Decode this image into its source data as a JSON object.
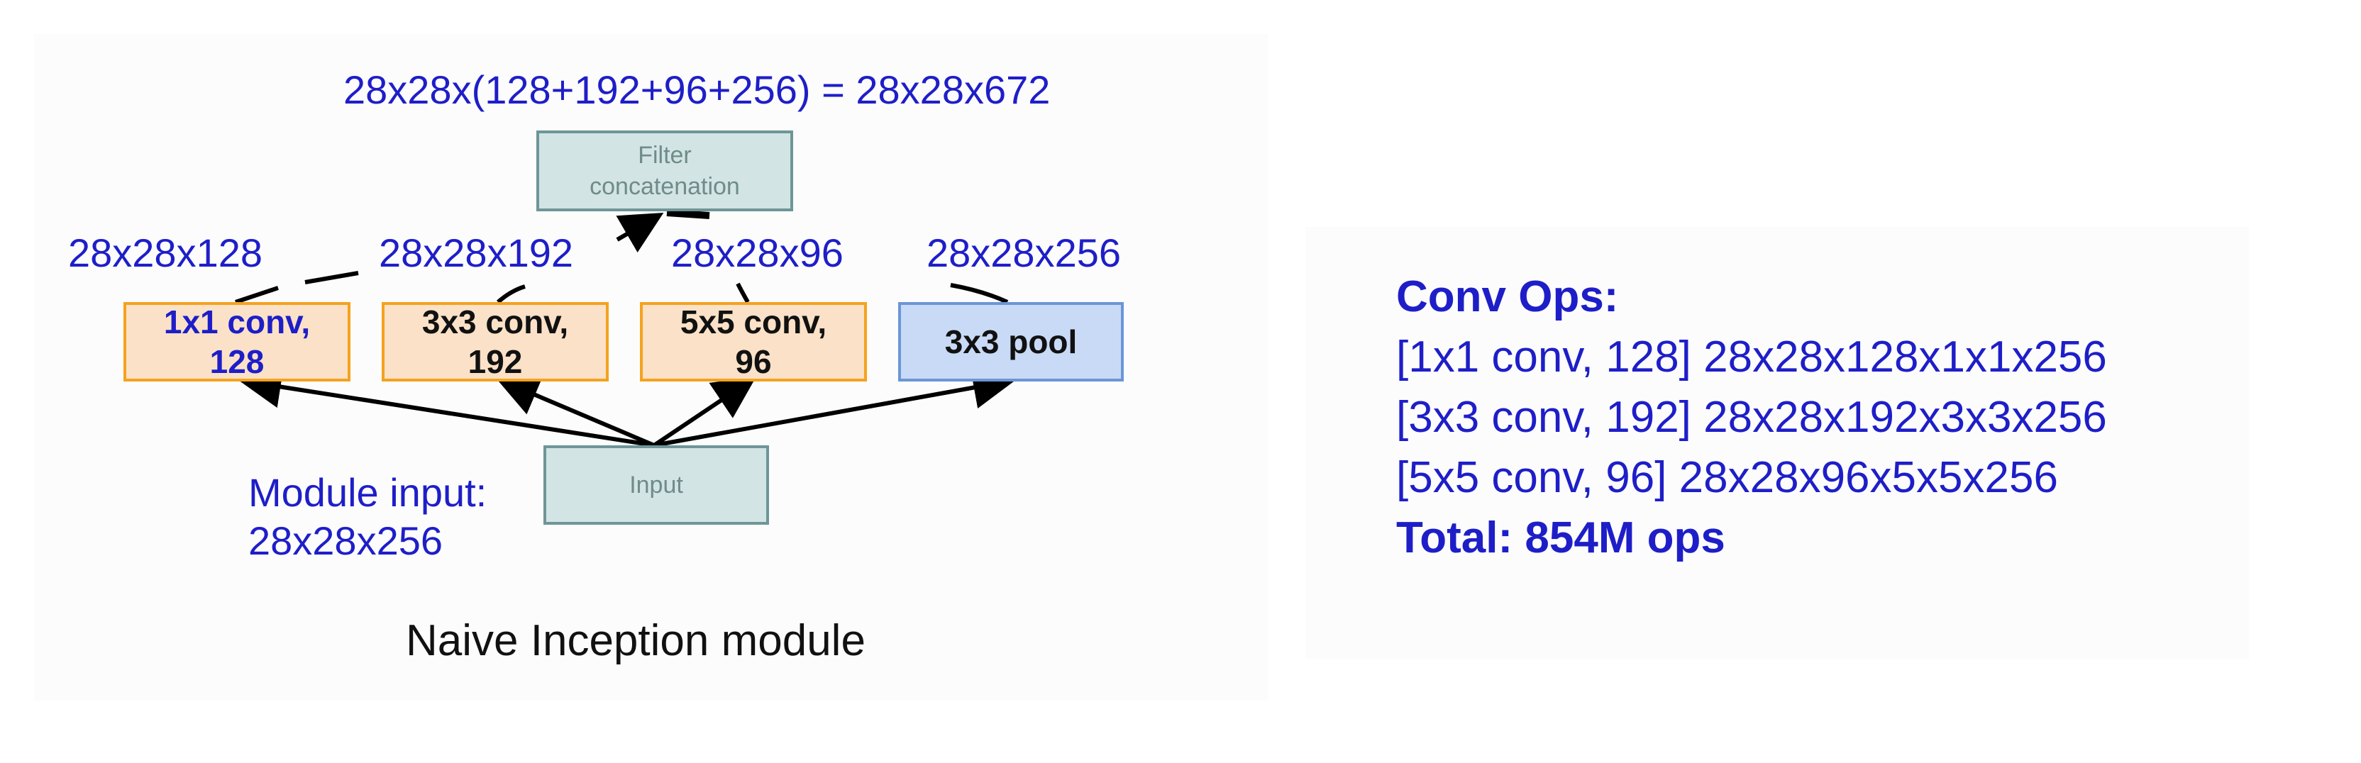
{
  "diagram": {
    "concat_formula": "28x28x(128+192+96+256) = 28x28x672",
    "filter_concat_label": "Filter\nconcatenation",
    "branch_output_labels": [
      "28x28x128",
      "28x28x192",
      "28x28x96",
      "28x28x256"
    ],
    "branches": [
      {
        "label": "1x1 conv,\n128",
        "kind": "conv"
      },
      {
        "label": "3x3 conv,\n192",
        "kind": "conv"
      },
      {
        "label": "5x5 conv,\n96",
        "kind": "conv"
      },
      {
        "label": "3x3 pool",
        "kind": "pool"
      }
    ],
    "input_label": "Input",
    "module_input_label": "Module input:",
    "module_input_shape": "28x28x256",
    "caption": "Naive Inception module"
  },
  "conv_ops": {
    "title": "Conv Ops:",
    "lines": [
      "[1x1 conv, 128]  28x28x128x1x1x256",
      "[3x3 conv, 192]  28x28x192x3x3x256",
      "[5x5 conv, 96]  28x28x96x5x5x256"
    ],
    "total": "Total: 854M ops"
  },
  "colors": {
    "text_blue": "#1e1ec8",
    "conv_fill": "#fbe1c7",
    "conv_border": "#f4a21e",
    "pool_fill": "#c9daf6",
    "pool_border": "#6b95d6",
    "gray_fill": "#d3e4e4",
    "gray_border": "#6e9696"
  }
}
